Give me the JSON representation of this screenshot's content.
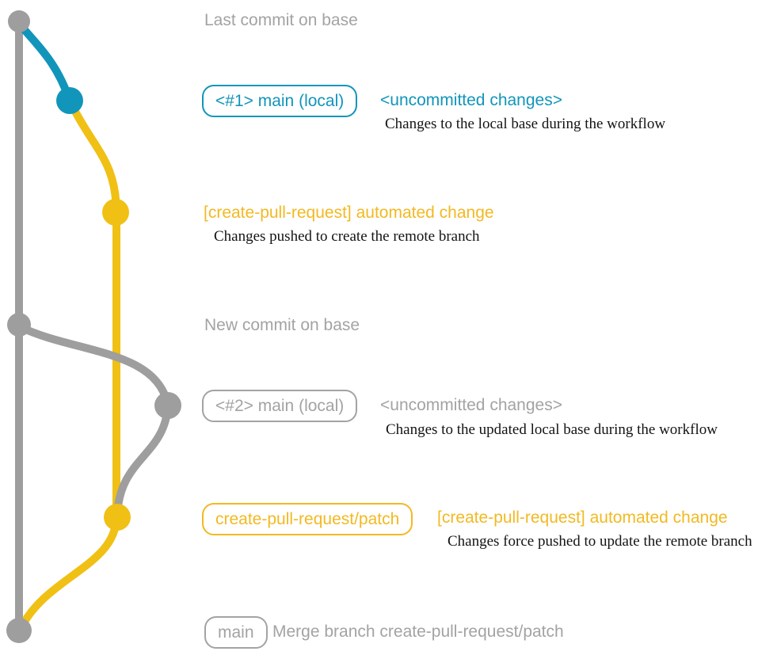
{
  "colors": {
    "gray-line": "#9e9e9e",
    "gray-text": "#a3a3a3",
    "blue": "#1295ba",
    "yellow-line": "#f0c014",
    "yellow-text": "#f2b922",
    "annotation-text": "#141414",
    "background": "#ffffff"
  },
  "graph": {
    "branches": [
      {
        "name": "base",
        "color": "#9e9e9e"
      },
      {
        "name": "main (local)",
        "color": "#1295ba"
      },
      {
        "name": "create-pull-request/patch",
        "color": "#f0c014"
      }
    ]
  },
  "rows": {
    "row1": {
      "text": "Last commit on base"
    },
    "row2": {
      "badge": "<#1> main (local)",
      "status": "<uncommitted changes>",
      "annotation": "Changes to the local base during the workflow"
    },
    "row3": {
      "title": "[create-pull-request] automated change",
      "annotation": "Changes pushed to create the remote branch"
    },
    "row4": {
      "text": "New commit on base"
    },
    "row5": {
      "badge": "<#2> main (local)",
      "status": "<uncommitted changes>",
      "annotation": "Changes to the updated local base during the workflow"
    },
    "row6": {
      "badge": "create-pull-request/patch",
      "title": "[create-pull-request] automated change",
      "annotation": "Changes force pushed to update the remote branch"
    },
    "row7": {
      "badge": "main",
      "text": "Merge branch create-pull-request/patch"
    }
  }
}
